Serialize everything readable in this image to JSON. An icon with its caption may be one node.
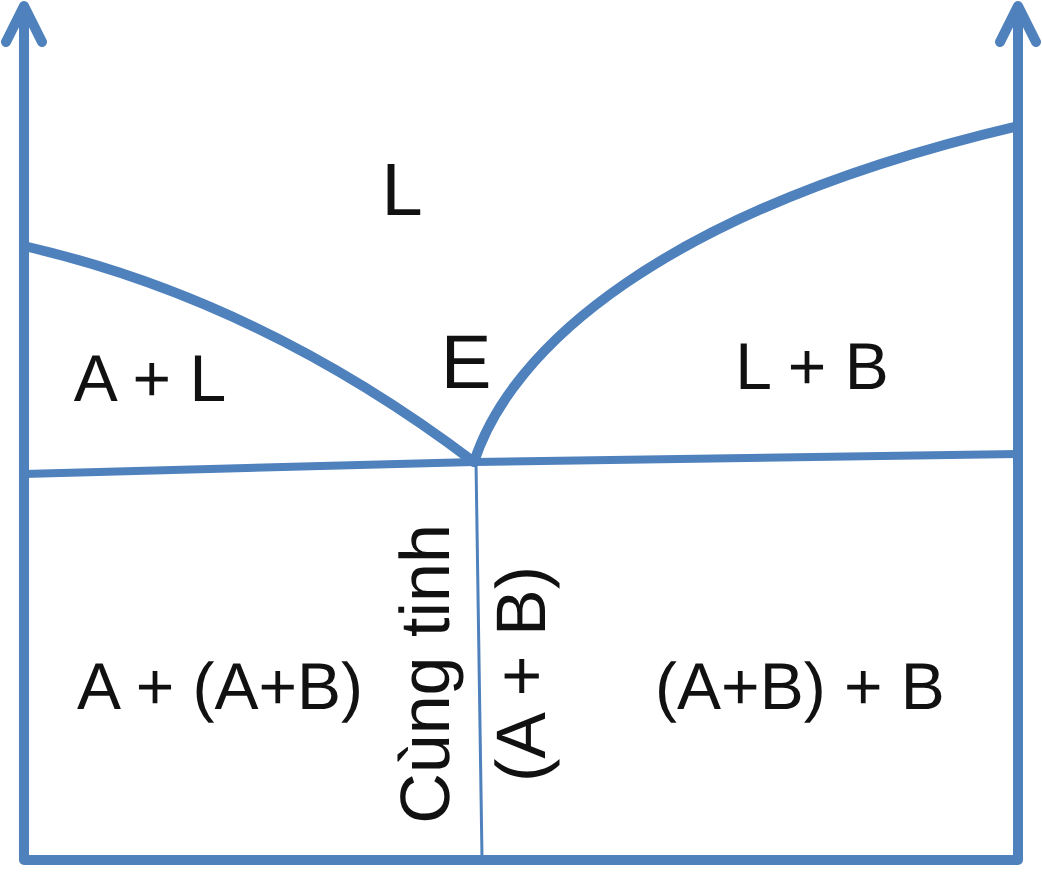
{
  "diagram": {
    "labels": [
      "L",
      "A + L",
      "E",
      "L + B",
      "A + (A+B)",
      "Cùng tinh",
      "(A + B)",
      "(A+B) + B"
    ]
  }
}
